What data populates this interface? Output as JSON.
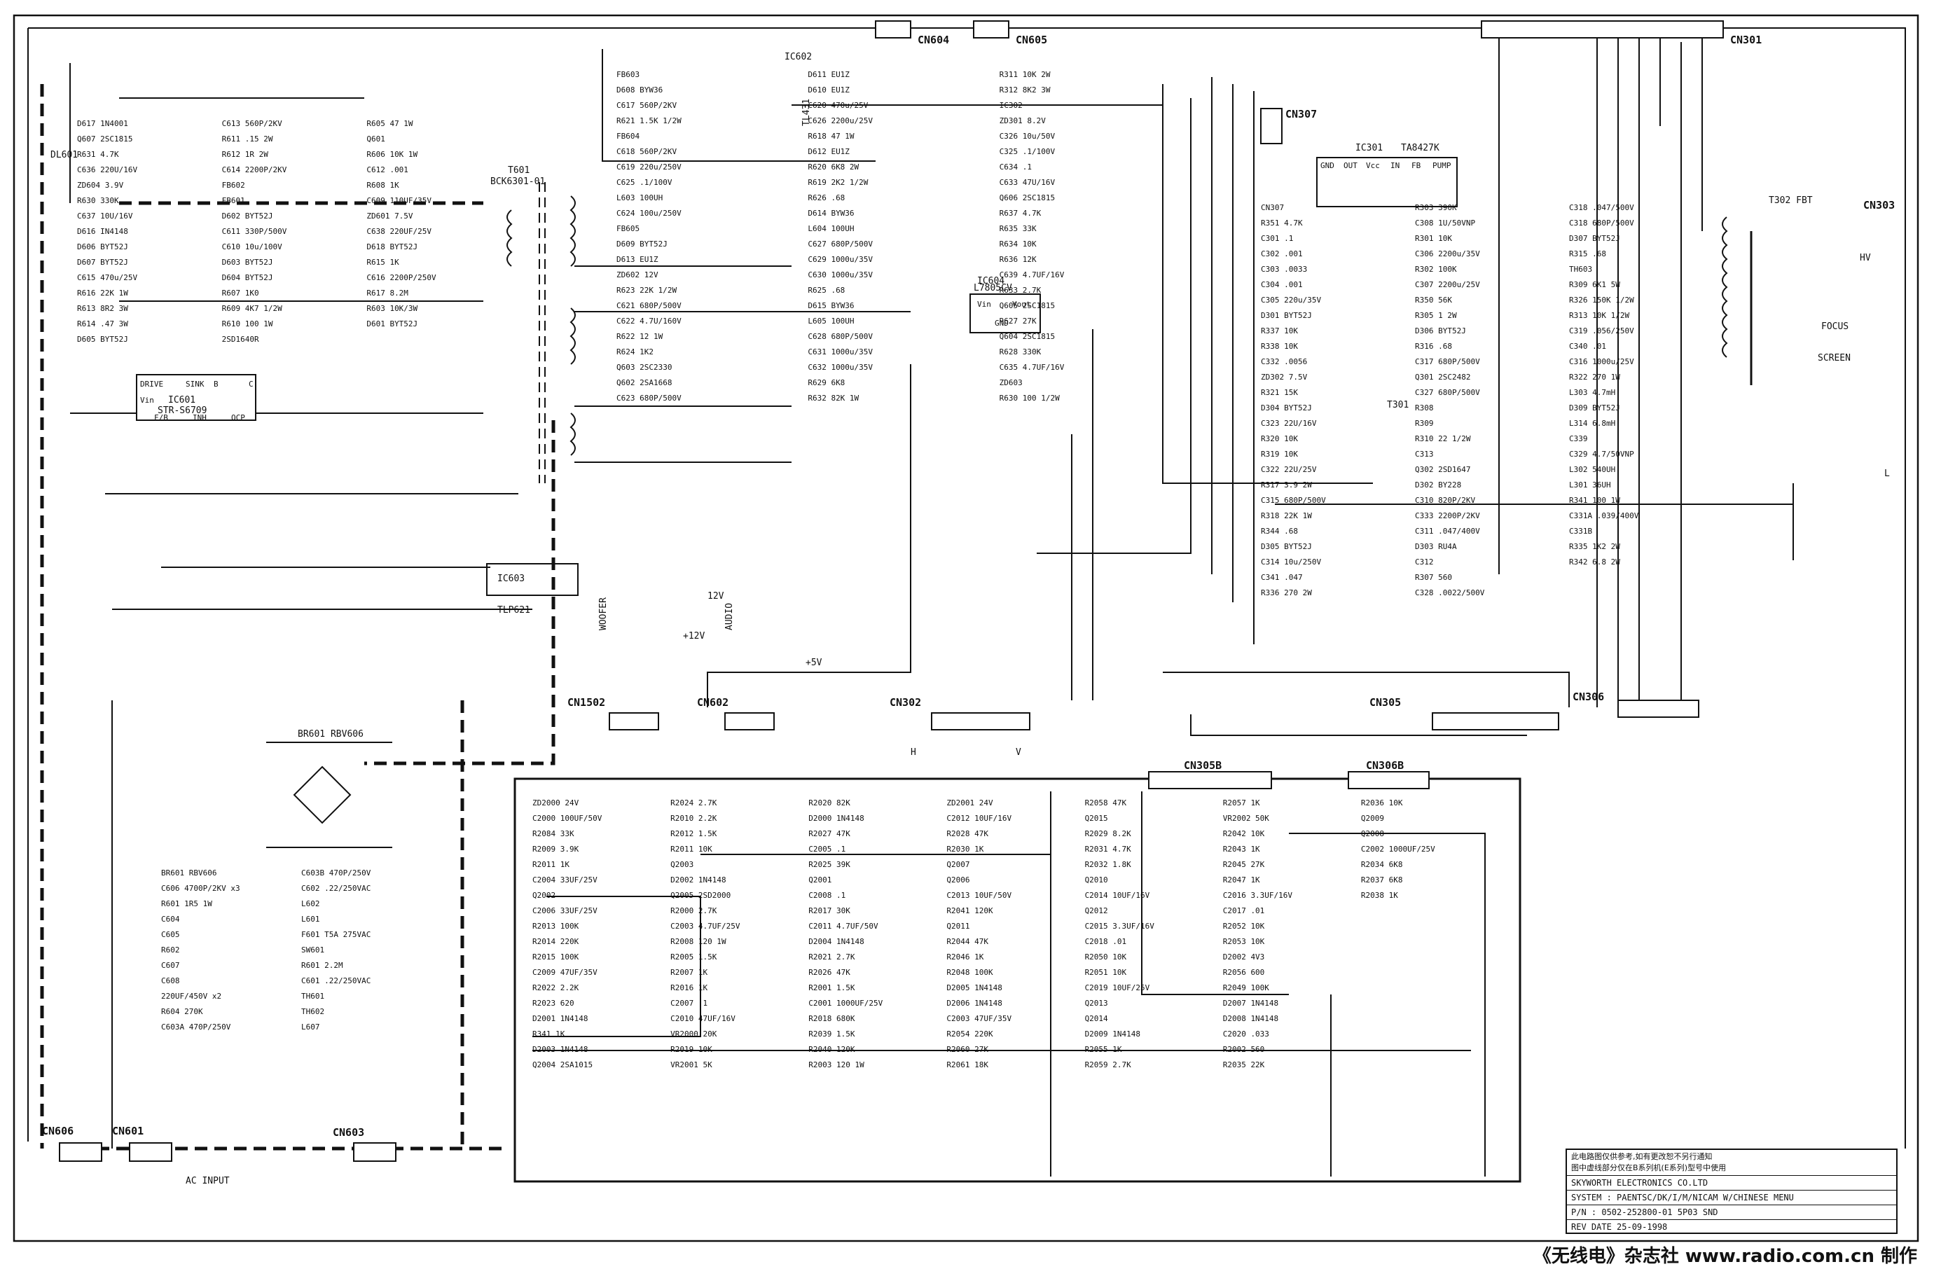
{
  "schematic": {
    "transformers": {
      "t601": "T601",
      "t601_part": "BCK6301-01",
      "t301": "T301",
      "t302": "T302 FBT"
    },
    "ics": {
      "ic601": "IC601",
      "ic601_part": "STR-S6709",
      "ic601_pins": [
        "DRIVE",
        "SINK",
        "B",
        "C",
        "Vin",
        "F/B",
        "INH",
        "OCP"
      ],
      "ic602": "IC602",
      "ic602_part": "TL431",
      "ic603": "IC603",
      "ic603_part": "TLP621",
      "ic604": "IC604",
      "ic604_part": "L7805CV",
      "ic604_pins": [
        "Vin",
        "Vout",
        "GND"
      ],
      "ic301": "IC301",
      "ic301_part": "TA8427K",
      "ic301_pins": [
        "GND",
        "OUT",
        "Vcc",
        "IN",
        "FB",
        "PUMP"
      ]
    },
    "bridge": "BR601 RBV606",
    "relay": "DL601",
    "hv_labels": [
      "HV",
      "FOCUS",
      "SCREEN",
      "L"
    ],
    "signals": [
      "WOOFER",
      "AUDIO",
      "+12V",
      "+5V",
      "H",
      "V",
      "12V"
    ],
    "ac_input": "AC INPUT",
    "parts_top_left": [
      "D617 1N4001",
      "Q607 2SC1815",
      "R631 4.7K",
      "C636 220U/16V",
      "ZD604 3.9V",
      "R630 330K",
      "C637 10U/16V",
      "D616 IN4148",
      "D606 BYT52J",
      "D607 BYT52J",
      "C615 470u/25V",
      "R616 22K 1W",
      "R613 8R2 3W",
      "R614 .47 3W",
      "D605 BYT52J",
      "C613 560P/2KV",
      "R611 .15 2W",
      "R612 1R 2W",
      "C614 2200P/2KV",
      "FB602",
      "FB601",
      "D602 BYT52J",
      "C611 330P/500V",
      "C610 10u/100V",
      "D603 BYT52J",
      "D604 BYT52J",
      "R607 1K0",
      "R609 4K7 1/2W",
      "R610 100 1W",
      "2SD1640R",
      "R605 47 1W",
      "Q601",
      "R606 10K 1W",
      "C612 .001",
      "R608 1K",
      "C609 110UF/35V",
      "ZD601 7.5V",
      "C638 220UF/25V",
      "D618 BYT52J",
      "R615 1K",
      "C616 2200P/250V",
      "R617 8.2M",
      "R603 10K/3W",
      "D601 BYT52J"
    ],
    "parts_top_middle": [
      "FB603",
      "D608 BYW36",
      "C617 560P/2KV",
      "R621 1.5K 1/2W",
      "FB604",
      "C618 560P/2KV",
      "C619 220u/250V",
      "C625 .1/100V",
      "L603 100UH",
      "C624 100u/250V",
      "FB605",
      "D609 BYT52J",
      "D613 EU1Z",
      "ZD602 12V",
      "R623 22K 1/2W",
      "C621 680P/500V",
      "C622 4.7U/160V",
      "R622 12 1W",
      "R624 1K2",
      "Q603 2SC2330",
      "Q602 2SA1668",
      "C623 680P/500V",
      "D611 EU1Z",
      "D610 EU1Z",
      "C620 470u/25V",
      "C626 2200u/25V",
      "R618 47 1W",
      "D612 EU1Z",
      "R620 6K8 2W",
      "R619 2K2 1/2W",
      "R626 .68",
      "D614 BYW36",
      "L604 100UH",
      "C627 680P/500V",
      "C629 1000u/35V",
      "C630 1000u/35V",
      "R625 .68",
      "D615 BYW36",
      "L605 100UH",
      "C628 680P/500V",
      "C631 1000u/35V",
      "C632 1000u/35V",
      "R629 6K8",
      "R632 82K 1W",
      "R311 10K 2W",
      "R312 8K2 3W",
      "IC302",
      "ZD301 8.2V",
      "C326 10u/50V",
      "C325 .1/100V",
      "C634 .1",
      "C633 47U/16V",
      "Q606 2SC1815",
      "R637 4.7K",
      "R635 33K",
      "R634 10K",
      "R636 12K",
      "C639 4.7UF/16V",
      "R633 2.7K",
      "Q605 2SC1815",
      "R627 27K",
      "Q604 2SC1815",
      "R628 330K",
      "C635 4.7UF/16V",
      "ZD603",
      "R630 100 1/2W"
    ],
    "parts_right": [
      "CN307",
      "R351 4.7K",
      "C301 .1",
      "C302 .001",
      "C303 .0033",
      "C304 .001",
      "C305 220u/35V",
      "D301 BYT52J",
      "R337 10K",
      "R338 10K",
      "C332 .0056",
      "ZD302 7.5V",
      "R321 15K",
      "D304 BYT52J",
      "C323 22U/16V",
      "R320 10K",
      "R319 10K",
      "C322 22U/25V",
      "R317 3.9 2W",
      "C315 680P/500V",
      "R318 22K 1W",
      "R344 .68",
      "D305 BYT52J",
      "C314 10u/250V",
      "C341 .047",
      "R336 270 2W",
      "R303 390K",
      "C308 1U/50VNP",
      "R301 10K",
      "C306 2200u/35V",
      "R302 100K",
      "C307 2200u/25V",
      "R350 56K",
      "R305 1 2W",
      "D306 BYT52J",
      "R316 .68",
      "C317 680P/500V",
      "Q301 2SC2482",
      "C327 680P/500V",
      "R308",
      "R309",
      "R310 22 1/2W",
      "C313",
      "Q302 2SD1647",
      "D302 BY228",
      "C310 820P/2KV",
      "C333 2200P/2KV",
      "C311 .047/400V",
      "D303 RU4A",
      "C312",
      "R307 560",
      "C328 .0022/500V",
      "C318 .047/500V",
      "C318 680P/500V",
      "D307 BYT52J",
      "R315 .68",
      "TH603",
      "R309 6K1 5W",
      "R326 150K 1/2W",
      "R313 10K 1/2W",
      "C319 .056/250V",
      "C340 .01",
      "C316 1000u/25V",
      "R322 270 1W",
      "L303 4.7mH",
      "D309 BYT52J",
      "L314 6.8mH",
      "C339",
      "C329 4.7/50VNP",
      "L302 540UH",
      "L301 36UH",
      "R341 100 1W",
      "C331A .039/400V",
      "C331B",
      "R335 1K2 2W",
      "R342 6.8 2W"
    ],
    "parts_lower_left": [
      "BR601 RBV606",
      "C606 4700P/2KV x3",
      "R601 1R5 1W",
      "C604",
      "C605",
      "R602",
      "C607",
      "C608",
      "220UF/450V x2",
      "R604 270K",
      "C603A 470P/250V",
      "C603B 470P/250V",
      "C602 .22/250VAC",
      "L602",
      "L601",
      "F601 T5A 275VAC",
      "SW601",
      "R601 2.2M",
      "C601 .22/250VAC",
      "TH601",
      "TH602",
      "L607"
    ],
    "parts_audio": [
      "ZD2000 24V",
      "C2000 100UF/50V",
      "R2084 33K",
      "R2009 3.9K",
      "R2011 1K",
      "C2004 33UF/25V",
      "Q2002",
      "C2006 33UF/25V",
      "R2013 100K",
      "R2014 220K",
      "R2015 100K",
      "C2009 47UF/35V",
      "R2022 2.2K",
      "R2023 620",
      "D2001 1N4148",
      "R341 1K",
      "D2003 1N4148",
      "Q2004 2SA1015",
      "R2024 2.7K",
      "R2010 2.2K",
      "R2012 1.5K",
      "R2011 10K",
      "Q2003",
      "D2002 1N4148",
      "Q2005 2SD2000",
      "R2000 2.7K",
      "C2003 4.7UF/25V",
      "R2008 120 1W",
      "R2005 1.5K",
      "R2007 1K",
      "R2016 1K",
      "C2007 .1",
      "C2010 47UF/16V",
      "VR2000 20K",
      "R2019 10K",
      "VR2001 5K",
      "R2020 82K",
      "D2000 1N4148",
      "R2027 47K",
      "C2005 .1",
      "R2025 39K",
      "Q2001",
      "C2008 .1",
      "R2017 30K",
      "C2011 4.7UF/50V",
      "D2004 1N4148",
      "R2021 2.7K",
      "R2026 47K",
      "R2001 1.5K",
      "C2001 1000UF/25V",
      "R2018 680K",
      "R2039 1.5K",
      "R2040 120K",
      "R2003 120 1W",
      "ZD2001 24V",
      "C2012 10UF/16V",
      "R2028 47K",
      "R2030 1K",
      "Q2007",
      "Q2006",
      "C2013 10UF/50V",
      "R2041 120K",
      "Q2011",
      "R2044 47K",
      "R2046 1K",
      "R2048 100K",
      "D2005 1N4148",
      "D2006 1N4148",
      "C2003 47UF/35V",
      "R2054 220K",
      "R2060 27K",
      "R2061 18K",
      "R2058 47K",
      "Q2015",
      "R2029 8.2K",
      "R2031 4.7K",
      "R2032 1.8K",
      "Q2010",
      "C2014 10UF/16V",
      "Q2012",
      "C2015 3.3UF/16V",
      "C2018 .01",
      "R2050 10K",
      "R2051 10K",
      "C2019 10UF/25V",
      "Q2013",
      "Q2014",
      "D2009 1N4148",
      "R2055 1K",
      "R2059 2.7K",
      "R2057 1K",
      "VR2002 50K",
      "R2042 10K",
      "R2043 1K",
      "R2045 27K",
      "R2047 1K",
      "C2016 3.3UF/16V",
      "C2017 .01",
      "R2052 10K",
      "R2053 10K",
      "D2002 4V3",
      "R2056 600",
      "R2049 100K",
      "D2007 1N4148",
      "D2008 1N4148",
      "C2020 .033",
      "R2002 560",
      "R2035 22K",
      "R2036 10K",
      "Q2009",
      "Q2008",
      "C2002 1000UF/25V",
      "R2034 6K8",
      "R2037 6K8",
      "R2038 1K"
    ]
  },
  "connectors": {
    "cn604": "CN604",
    "cn605": "CN605",
    "cn301": "CN301",
    "cn303": "CN303",
    "cn1502": "CN1502",
    "cn602": "CN602",
    "cn302": "CN302",
    "cn305": "CN305",
    "cn306": "CN306",
    "cn305b": "CN305B",
    "cn306b": "CN306B",
    "cn606": "CN606",
    "cn601": "CN601",
    "cn603": "CN603"
  },
  "title_block": {
    "notice_cn": "此电路图仅供参考,如有更改恕不另行通知",
    "notice_cn2": "图中虚线部分仅在B系列机(E系列)型号中使用",
    "company": "SKYWORTH ELECTRONICS CO.LTD",
    "system": "SYSTEM : PAENTSC/DK/I/M/NICAM W/CHINESE MENU",
    "pn": "P/N  : 0502-252800-01   5P03  SND",
    "rev": "REV  DATE 25-09-1998"
  },
  "footer": {
    "credit": "《无线电》杂志社  www.radio.com.cn  制作"
  }
}
